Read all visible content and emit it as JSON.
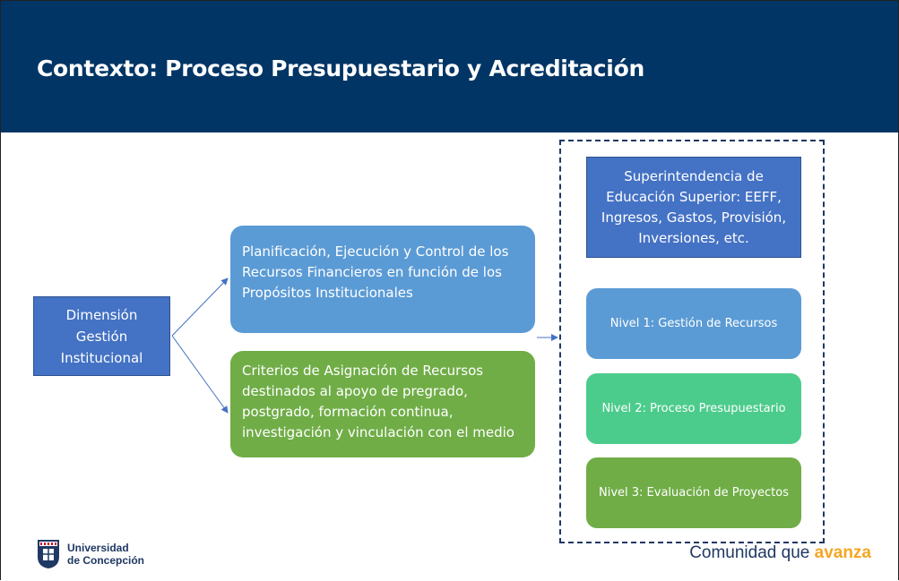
{
  "header": {
    "title": "Contexto: Proceso Presupuestario y Acreditación"
  },
  "diagram": {
    "root": "Dimensión Gestión Institucional",
    "planning": "Planificación, Ejecución y Control de los Recursos Financieros en función de los Propósitos Institucionales",
    "criteria": "Criterios de Asignación de Recursos destinados al apoyo de pregrado, postgrado, formación continua, investigación y vinculación con el medio",
    "superintendencia": "Superintendencia de Educación Superior: EEFF, Ingresos, Gastos, Provisión, Inversiones, etc.",
    "levels": [
      "Nivel 1: Gestión de Recursos",
      "Nivel 2: Proceso Presupuestario",
      "Nivel 3: Evaluación de Proyectos"
    ]
  },
  "footer": {
    "university_line1": "Universidad",
    "university_line2": "de Concepción",
    "slogan_main": "Comunidad que ",
    "slogan_accent": "avanza"
  },
  "colors": {
    "header_bg": "#003565",
    "box_blue_dark": "#4472c4",
    "box_blue_light": "#5b9bd5",
    "box_green": "#70ad47",
    "box_teal_green": "#4ccc8c",
    "slogan_accent": "#f5a623"
  }
}
